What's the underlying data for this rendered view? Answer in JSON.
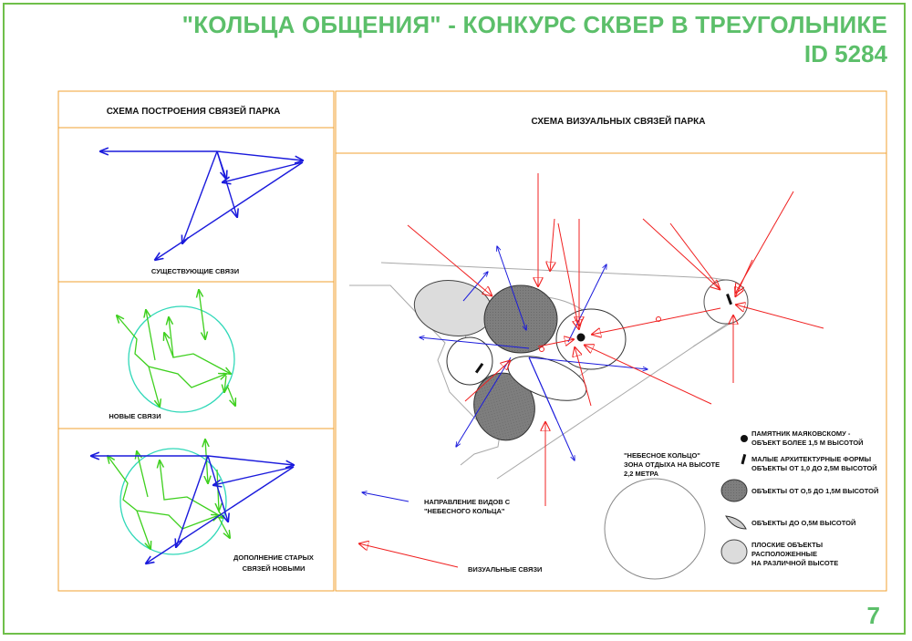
{
  "header": {
    "title_line1": "\"КОЛЬЦА ОБЩЕНИЯ\" - КОНКУРС СКВЕР В ТРЕУГОЛЬНИКЕ",
    "title_line2": "ID 5284"
  },
  "left_panel": {
    "heading": "СХЕМА ПОСТРОЕНИЯ СВЯЗЕЙ ПАРКА",
    "existing_label": "СУЩЕСТВУЮЩИЕ СВЯЗИ",
    "new_label": "НОВЫЕ СВЯЗИ",
    "combined_label_line1": "ДОПОЛНЕНИЕ СТАРЫХ",
    "combined_label_line2": "СВЯЗЕЙ НОВЫМИ"
  },
  "right_panel": {
    "heading": "СХЕМА ВИЗУАЛЬНЫХ СВЯЗЕЙ ПАРКА",
    "sky_ring_line1": "\"НЕБЕСНОЕ КОЛЬЦО\"",
    "sky_ring_line2": "ЗОНА ОТДЫХА НА ВЫСОТЕ",
    "sky_ring_line3": "2,2 МЕТРА",
    "view_direction_line1": "НАПРАВЛЕНИЕ ВИДОВ С",
    "view_direction_line2": "\"НЕБЕСНОГО КОЛЬЦА\"",
    "visual_links": "ВИЗУАЛЬНЫЕ СВЯЗИ"
  },
  "legend": {
    "monument_line1": "ПАМЯТНИК МАЯКОВСКОМУ -",
    "monument_line2": "ОБЪЕКТ БОЛЕЕ 1,5 М ВЫСОТОЙ",
    "small_arch_line1": "МАЛЫЕ АРХИТЕКТУРНЫЕ ФОРМЫ",
    "small_arch_line2": "ОБЪЕКТЫ ОТ 1,0  ДО 2,5М ВЫСОТОЙ",
    "dark_objects": "ОБЪЕКТЫ ОТ О,5  ДО 1,5М ВЫСОТОЙ",
    "low_objects": "ОБЪЕКТЫ ДО О,5М   ВЫСОТОЙ",
    "flat_line1": "ПЛОСКИЕ ОБЪЕКТЫ",
    "flat_line2": "РАСПОЛОЖЕННЫЕ",
    "flat_line3": "НА РАЗЛИЧНОЙ ВЫСОТЕ"
  },
  "colors": {
    "title_green": "#5cbf6a",
    "frame_orange": "#f0a030",
    "existing_blue": "#1a1adc",
    "new_green": "#3ed01e",
    "ring_cyan": "#2fd8b8",
    "visual_red": "#f02020"
  },
  "page_number": "7"
}
